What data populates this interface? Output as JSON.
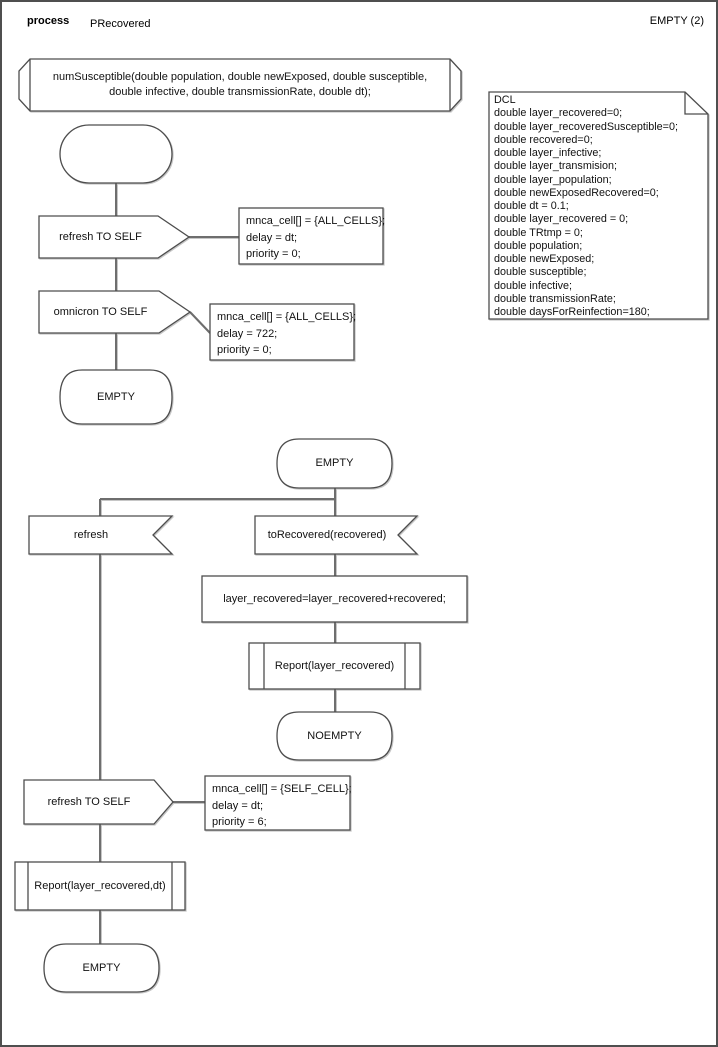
{
  "palette": {
    "shape_stroke": "#4d4d4d",
    "connector": "#6e6e6e",
    "text": "#111111",
    "background": "#ffffff"
  },
  "header": {
    "kind": "process",
    "name": "PRecovered",
    "page": "EMPTY (2)"
  },
  "procedure_decl": {
    "line1": "numSusceptible(double population, double newExposed, double susceptible,",
    "line2": "double infective, double transmissionRate, double dt);"
  },
  "dcl": {
    "title": "DCL",
    "lines": [
      "double layer_recovered=0;",
      "double layer_recoveredSusceptible=0;",
      "double recovered=0;",
      "double layer_infective;",
      "double layer_transmision;",
      "double layer_population;",
      "double newExposedRecovered=0;",
      "double dt = 0.1;",
      "double layer_recovered = 0;",
      "double TRtmp = 0;",
      "double population;",
      "double newExposed;",
      "double susceptible;",
      "double infective;",
      "double transmissionRate;",
      "double daysForReinfection=180;"
    ]
  },
  "flow1": {
    "send_refresh": "refresh TO SELF",
    "send_refresh_params": [
      "mnca_cell[] = {ALL_CELLS};",
      "delay = dt;",
      "priority = 0;"
    ],
    "send_omnicron": "omnicron TO SELF",
    "send_omnicron_params": [
      "mnca_cell[] = {ALL_CELLS};",
      "delay = 722;",
      "priority = 0;"
    ],
    "end_state": "EMPTY"
  },
  "flow2": {
    "start_state": "EMPTY",
    "input_refresh": "refresh",
    "input_torecovered": "toRecovered(recovered)",
    "task_assign": "layer_recovered=layer_recovered+recovered;",
    "call_report": "Report(layer_recovered)",
    "state_noempty": "NOEMPTY",
    "send_refresh": "refresh TO SELF",
    "send_refresh_params": [
      "mnca_cell[] = {SELF_CELL};",
      "delay = dt;",
      "priority = 6;"
    ],
    "call_report_dt": "Report(layer_recovered,dt)",
    "end_state": "EMPTY"
  }
}
